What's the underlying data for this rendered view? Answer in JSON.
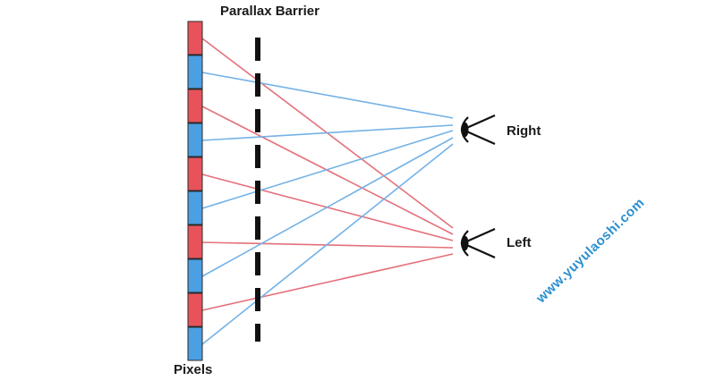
{
  "diagram": {
    "title": "Parallax Barrier",
    "pixels_label": "Pixels",
    "right_eye_label": "Right",
    "left_eye_label": "Left",
    "watermark": "www.yuyulaoshi.com",
    "pixel_colors": [
      "red",
      "blue",
      "red",
      "blue",
      "red",
      "blue",
      "red",
      "blue",
      "red",
      "blue"
    ],
    "colors": {
      "red_pixel": "#e8535b",
      "blue_pixel": "#4b9fe3",
      "red_ray": "#e4707a",
      "blue_ray": "#73b2e6",
      "barrier": "#111111",
      "eye": "#111111",
      "watermark": "#2d8fd0"
    }
  }
}
